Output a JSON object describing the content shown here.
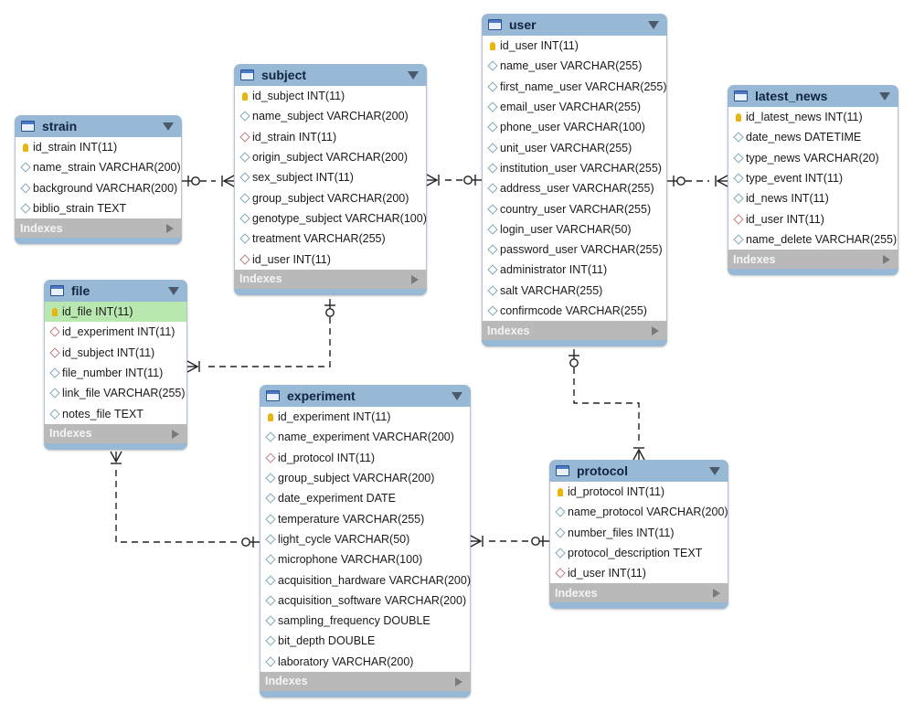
{
  "diagram": {
    "indexes_label": "Indexes",
    "tables": [
      {
        "key": "strain",
        "title": "strain",
        "columns": [
          {
            "name": "id_strain",
            "type": "INT(11)",
            "key": "pk"
          },
          {
            "name": "name_strain",
            "type": "VARCHAR(200)",
            "key": "col"
          },
          {
            "name": "background",
            "type": "VARCHAR(200)",
            "key": "col"
          },
          {
            "name": "biblio_strain",
            "type": "TEXT",
            "key": "col"
          }
        ]
      },
      {
        "key": "subject",
        "title": "subject",
        "columns": [
          {
            "name": "id_subject",
            "type": "INT(11)",
            "key": "pk"
          },
          {
            "name": "name_subject",
            "type": "VARCHAR(200)",
            "key": "col"
          },
          {
            "name": "id_strain",
            "type": "INT(11)",
            "key": "fk"
          },
          {
            "name": "origin_subject",
            "type": "VARCHAR(200)",
            "key": "col"
          },
          {
            "name": "sex_subject",
            "type": "INT(11)",
            "key": "col"
          },
          {
            "name": "group_subject",
            "type": "VARCHAR(200)",
            "key": "col"
          },
          {
            "name": "genotype_subject",
            "type": "VARCHAR(100)",
            "key": "col"
          },
          {
            "name": "treatment",
            "type": "VARCHAR(255)",
            "key": "col"
          },
          {
            "name": "id_user",
            "type": "INT(11)",
            "key": "fk"
          }
        ]
      },
      {
        "key": "user",
        "title": "user",
        "columns": [
          {
            "name": "id_user",
            "type": "INT(11)",
            "key": "pk"
          },
          {
            "name": "name_user",
            "type": "VARCHAR(255)",
            "key": "col"
          },
          {
            "name": "first_name_user",
            "type": "VARCHAR(255)",
            "key": "col"
          },
          {
            "name": "email_user",
            "type": "VARCHAR(255)",
            "key": "col"
          },
          {
            "name": "phone_user",
            "type": "VARCHAR(100)",
            "key": "col"
          },
          {
            "name": "unit_user",
            "type": "VARCHAR(255)",
            "key": "col"
          },
          {
            "name": "institution_user",
            "type": "VARCHAR(255)",
            "key": "col"
          },
          {
            "name": "address_user",
            "type": "VARCHAR(255)",
            "key": "col"
          },
          {
            "name": "country_user",
            "type": "VARCHAR(255)",
            "key": "col"
          },
          {
            "name": "login_user",
            "type": "VARCHAR(50)",
            "key": "col"
          },
          {
            "name": "password_user",
            "type": "VARCHAR(255)",
            "key": "col"
          },
          {
            "name": "administrator",
            "type": "INT(11)",
            "key": "col"
          },
          {
            "name": "salt",
            "type": "VARCHAR(255)",
            "key": "col"
          },
          {
            "name": "confirmcode",
            "type": "VARCHAR(255)",
            "key": "col"
          }
        ]
      },
      {
        "key": "latest_news",
        "title": "latest_news",
        "columns": [
          {
            "name": "id_latest_news",
            "type": "INT(11)",
            "key": "pk"
          },
          {
            "name": "date_news",
            "type": "DATETIME",
            "key": "col"
          },
          {
            "name": "type_news",
            "type": "VARCHAR(20)",
            "key": "col"
          },
          {
            "name": "type_event",
            "type": "INT(11)",
            "key": "col"
          },
          {
            "name": "id_news",
            "type": "INT(11)",
            "key": "col"
          },
          {
            "name": "id_user",
            "type": "INT(11)",
            "key": "fk"
          },
          {
            "name": "name_delete",
            "type": "VARCHAR(255)",
            "key": "col"
          }
        ]
      },
      {
        "key": "file",
        "title": "file",
        "columns": [
          {
            "name": "id_file",
            "type": "INT(11)",
            "key": "pk",
            "selected": true
          },
          {
            "name": "id_experiment",
            "type": "INT(11)",
            "key": "fk"
          },
          {
            "name": "id_subject",
            "type": "INT(11)",
            "key": "fk"
          },
          {
            "name": "file_number",
            "type": "INT(11)",
            "key": "col"
          },
          {
            "name": "link_file",
            "type": "VARCHAR(255)",
            "key": "col"
          },
          {
            "name": "notes_file",
            "type": "TEXT",
            "key": "col"
          }
        ]
      },
      {
        "key": "experiment",
        "title": "experiment",
        "columns": [
          {
            "name": "id_experiment",
            "type": "INT(11)",
            "key": "pk"
          },
          {
            "name": "name_experiment",
            "type": "VARCHAR(200)",
            "key": "col"
          },
          {
            "name": "id_protocol",
            "type": "INT(11)",
            "key": "fk"
          },
          {
            "name": "group_subject",
            "type": "VARCHAR(200)",
            "key": "col"
          },
          {
            "name": "date_experiment",
            "type": "DATE",
            "key": "col"
          },
          {
            "name": "temperature",
            "type": "VARCHAR(255)",
            "key": "col"
          },
          {
            "name": "light_cycle",
            "type": "VARCHAR(50)",
            "key": "col"
          },
          {
            "name": "microphone",
            "type": "VARCHAR(100)",
            "key": "col"
          },
          {
            "name": "acquisition_hardware",
            "type": "VARCHAR(200)",
            "key": "col"
          },
          {
            "name": "acquisition_software",
            "type": "VARCHAR(200)",
            "key": "col"
          },
          {
            "name": "sampling_frequency",
            "type": "DOUBLE",
            "key": "col"
          },
          {
            "name": "bit_depth",
            "type": "DOUBLE",
            "key": "col"
          },
          {
            "name": "laboratory",
            "type": "VARCHAR(200)",
            "key": "col"
          }
        ]
      },
      {
        "key": "protocol",
        "title": "protocol",
        "columns": [
          {
            "name": "id_protocol",
            "type": "INT(11)",
            "key": "pk"
          },
          {
            "name": "name_protocol",
            "type": "VARCHAR(200)",
            "key": "col"
          },
          {
            "name": "number_files",
            "type": "INT(11)",
            "key": "col"
          },
          {
            "name": "protocol_description",
            "type": "TEXT",
            "key": "col"
          },
          {
            "name": "id_user",
            "type": "INT(11)",
            "key": "fk"
          }
        ]
      }
    ],
    "relationships": [
      {
        "from": "subject",
        "to": "strain",
        "from_end": "many",
        "to_end": "zero-or-one"
      },
      {
        "from": "subject",
        "to": "user",
        "from_end": "many",
        "to_end": "zero-or-one"
      },
      {
        "from": "latest_news",
        "to": "user",
        "from_end": "many",
        "to_end": "zero-or-one"
      },
      {
        "from": "file",
        "to": "subject",
        "from_end": "many",
        "to_end": "zero-or-one"
      },
      {
        "from": "file",
        "to": "experiment",
        "from_end": "many",
        "to_end": "zero-or-one"
      },
      {
        "from": "experiment",
        "to": "protocol",
        "from_end": "many",
        "to_end": "zero-or-one"
      },
      {
        "from": "protocol",
        "to": "user",
        "from_end": "many",
        "to_end": "zero-or-one"
      }
    ],
    "colors": {
      "table_header": "#98b9d6",
      "indexes_bar": "#b9b9b9",
      "selected_row": "#b9e7b0",
      "primary_key": "#e9b60f",
      "foreign_key": "#c07d7d",
      "connector": "#222222"
    }
  }
}
